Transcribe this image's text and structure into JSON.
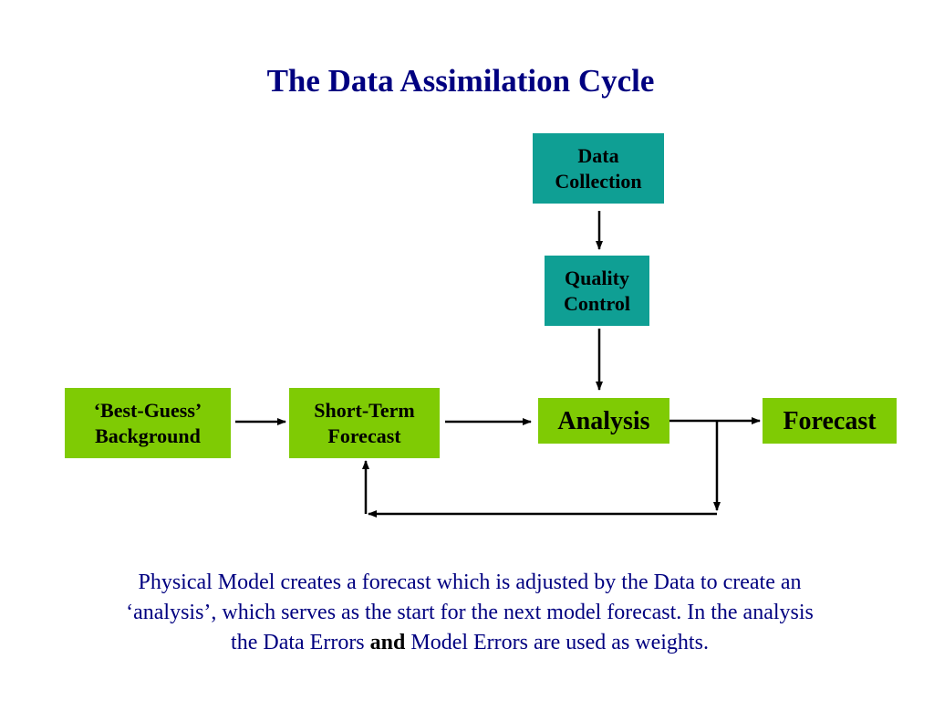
{
  "title": "The Data Assimilation Cycle",
  "nodes": {
    "data_collection": "Data\nCollection",
    "quality_control": "Quality\nControl",
    "best_guess": "‘Best-Guess’\nBackground",
    "short_term": "Short-Term\nForecast",
    "analysis": "Analysis",
    "forecast": "Forecast"
  },
  "caption": {
    "line1": "Physical Model creates a forecast which is adjusted by the Data to create an",
    "line2": "‘analysis’, which serves as the start for the next model forecast. In the analysis",
    "line3_pre": "the Data Errors ",
    "line3_bold": "and",
    "line3_post": " Model Errors are used as weights."
  },
  "colors": {
    "title": "#000080",
    "caption": "#000080",
    "teal_box": "#0f9f94",
    "green_box": "#7fcb04",
    "arrow": "#000000"
  }
}
